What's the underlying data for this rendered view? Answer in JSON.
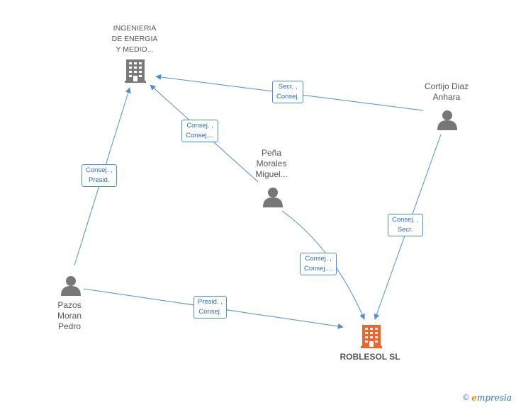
{
  "colors": {
    "edge": "#4a8fd6",
    "company": "#7a7a7a",
    "company_main": "#f0642b",
    "person": "#777777"
  },
  "nodes": {
    "ingenieria": {
      "label": "INGENIERIA DE ENERGIA Y MEDIO...",
      "line1": "INGENIERIA",
      "line2": "DE ENERGIA",
      "line3": "Y MEDIO...",
      "icon": "building-icon"
    },
    "roblesol": {
      "label": "ROBLESOL SL",
      "icon": "building-icon"
    },
    "cortijo": {
      "line1": "Cortijo Diaz",
      "line2": "Anhara",
      "icon": "person-icon"
    },
    "pena": {
      "line1": "Peña",
      "line2": "Morales",
      "line3": "Miguel...",
      "icon": "person-icon"
    },
    "pazos": {
      "line1": "Pazos",
      "line2": "Moran",
      "line3": "Pedro",
      "icon": "person-icon"
    }
  },
  "edges": {
    "cortijo_ingenieria": {
      "l1": "Secr. ,",
      "l2": "Consej."
    },
    "pena_ingenieria": {
      "l1": "Consej. ,",
      "l2": "Consej...."
    },
    "pazos_ingenieria": {
      "l1": "Consej. ,",
      "l2": "Presid."
    },
    "cortijo_roblesol": {
      "l1": "Consej. ,",
      "l2": "Secr."
    },
    "pena_roblesol": {
      "l1": "Consej. ,",
      "l2": "Consej...."
    },
    "pazos_roblesol": {
      "l1": "Presid. ,",
      "l2": "Consej."
    }
  },
  "footer": {
    "copyright": "©",
    "brand_e": "e",
    "brand_rest": "mpresia"
  }
}
